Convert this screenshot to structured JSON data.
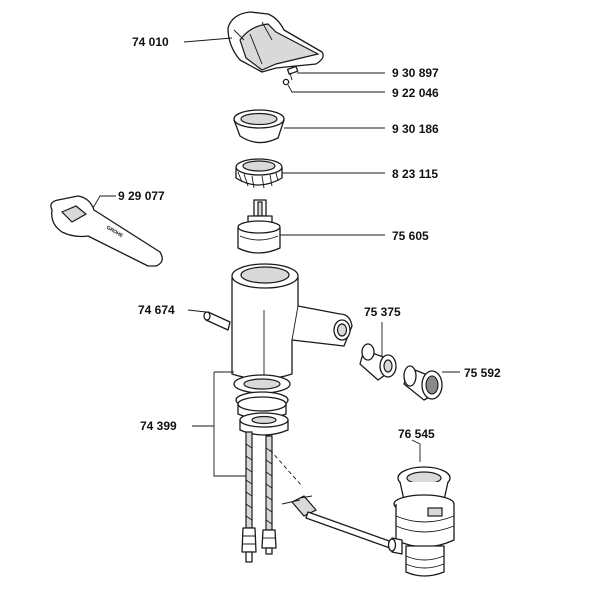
{
  "diagram": {
    "labels": {
      "handle": "74 010",
      "screw": "9 30 897",
      "cap": "9 22 046",
      "cover_ring": "9 30 186",
      "nut": "8 23 115",
      "wrench": "9 29 077",
      "cartridge": "75 605",
      "pin": "74 674",
      "connector": "75 375",
      "aerator": "75 592",
      "mounting_kit": "74 399",
      "waste": "76 545"
    },
    "wrench_text": "GROHE"
  }
}
